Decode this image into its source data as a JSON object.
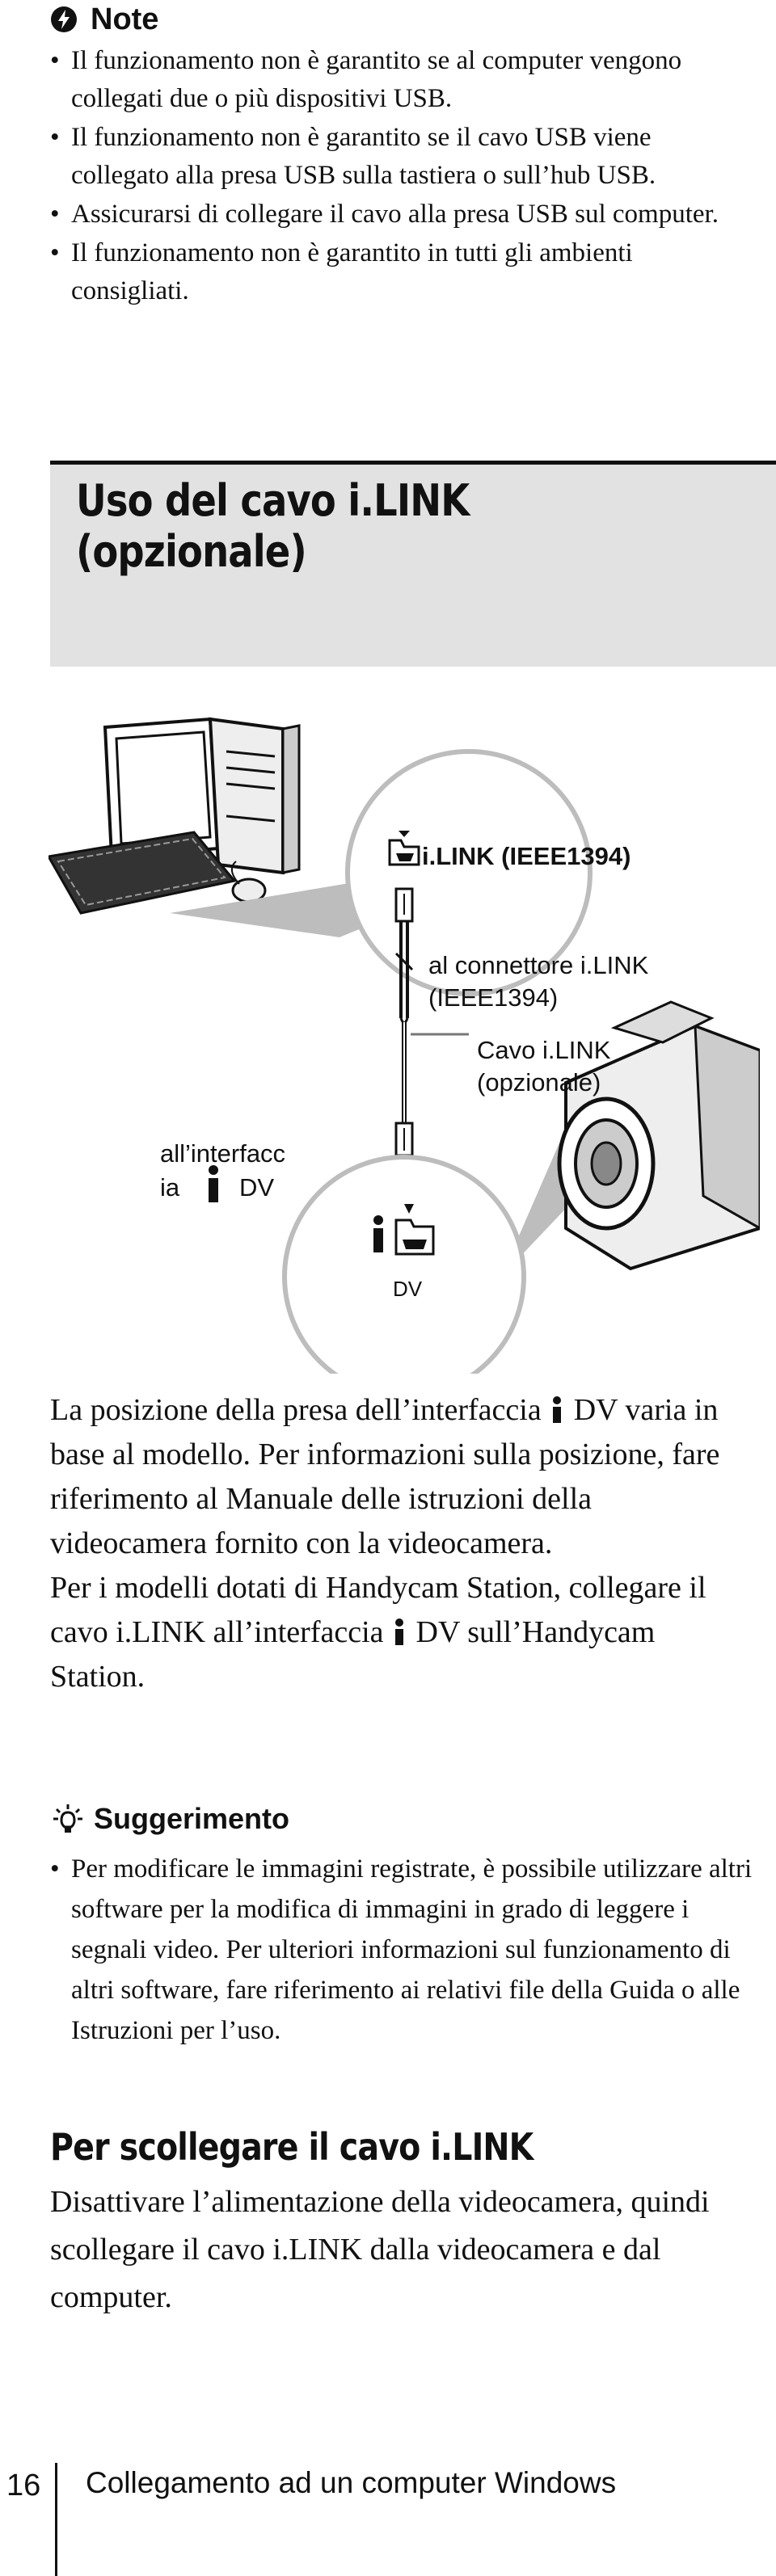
{
  "note": {
    "title": "Note",
    "items": [
      "Il funzionamento non è garantito se al computer vengono collegati due o più dispositivi USB.",
      "Il funzionamento non è garantito se il cavo USB viene collegato alla presa USB sulla tastiera o sull’hub USB.",
      "Assicurarsi di collegare il cavo alla presa USB sul computer.",
      "Il funzionamento non è garantito in tutti gli ambienti consigliati."
    ]
  },
  "section": {
    "title": "Uso del cavo i.LINK (opzionale)"
  },
  "diagram": {
    "ilink_port_label": "i.LINK (IEEE1394)",
    "connector_label_1": "al connettore i.LINK",
    "connector_label_2": "(IEEE1394)",
    "cable_label_1": "Cavo i.LINK",
    "cable_label_2": "(opzionale)",
    "interface_label_1": "all’interfacc",
    "interface_label_2": "ia",
    "interface_label_dv": "DV",
    "dv_port_label": "DV"
  },
  "body": {
    "p1_a": "La posizione della presa dell’interfaccia",
    "p1_dv": "DV",
    "p1_b": "varia in base al modello. Per informazioni sulla posizione, fare riferimento al Manuale delle istruzioni della videocamera fornito con la videocamera.",
    "p2_a": "Per i modelli dotati di Handycam Station, collegare il cavo i.LINK all’interfaccia",
    "p2_dv": "DV",
    "p2_b": "sull’Handycam Station."
  },
  "tip": {
    "title": "Suggerimento",
    "items": [
      "Per modificare le immagini registrate, è possibile utilizzare altri software per la modifica di immagini in grado di leggere i segnali video. Per ulteriori informazioni sul funzionamento di altri software, fare riferimento ai relativi file della Guida o alle Istruzioni per l’uso."
    ]
  },
  "disconnect": {
    "title": "Per scollegare il cavo i.LINK",
    "text": "Disattivare l’alimentazione della videocamera, quindi scollegare il cavo i.LINK dalla videocamera e dal computer."
  },
  "footer": {
    "page_number": "16",
    "section": "Collegamento ad un computer Windows"
  }
}
